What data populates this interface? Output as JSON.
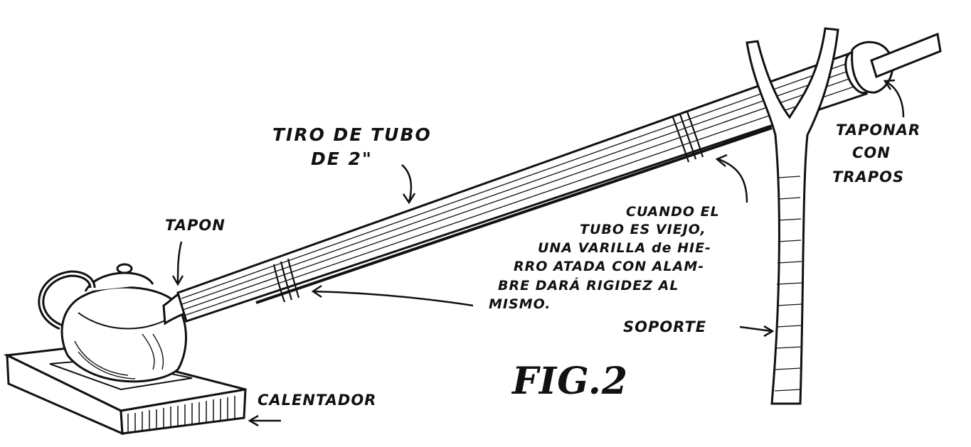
{
  "labels": {
    "tiro_line1": "TIRO DE TUBO",
    "tiro_line2": "DE 2\"",
    "tapon": "TAPON",
    "taponar_line1": "TAPONAR",
    "taponar_line2": "CON",
    "taponar_line3": "TRAPOS",
    "note_line1": "CUANDO EL",
    "note_line2": "TUBO ES VIEJO,",
    "note_line3": "UNA VARILLA de HIE-",
    "note_line4": "RRO ATADA CON ALAM-",
    "note_line5": "BRE DARÁ RIGIDEZ AL",
    "note_line6": "MISMO.",
    "soporte": "SOPORTE",
    "calentador": "CALENTADOR",
    "figure": "FIG.2"
  },
  "colors": {
    "ink": "#111111",
    "paper": "#ffffff"
  }
}
